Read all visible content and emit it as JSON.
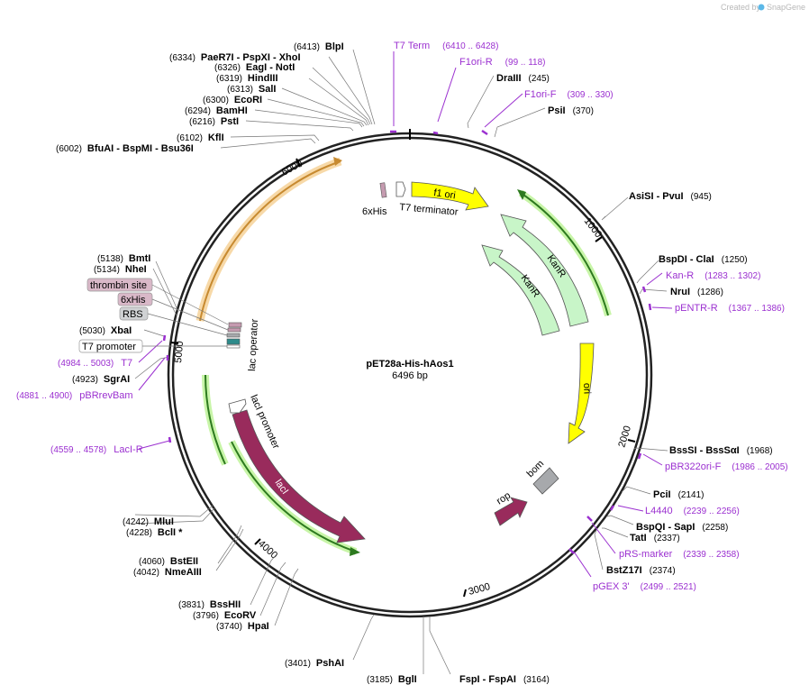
{
  "plasmid": {
    "name": "pET28a-His-hAos1",
    "length_label": "6496 bp",
    "total_bp": 6496
  },
  "credit": {
    "prefix": "Created by",
    "brand": "SnapGene"
  },
  "ticks": [
    "1000",
    "2000",
    "3000",
    "4000",
    "5000",
    "6000"
  ],
  "colors": {
    "yellow": "#ffff00",
    "green": "#c8f5c8",
    "maroon": "#992b5c",
    "orange": "#f3c98b",
    "grey": "#a7a9ac",
    "primer": "#9b30d0"
  },
  "sites_left": [
    {
      "name": "BlpI",
      "pos": "(6413)"
    },
    {
      "name": "PaeR7I - PspXI - XhoI",
      "pos": "(6334)"
    },
    {
      "name": "EagI - NotI",
      "pos": "(6326)"
    },
    {
      "name": "HindIII",
      "pos": "(6319)"
    },
    {
      "name": "SalI",
      "pos": "(6313)"
    },
    {
      "name": "EcoRI",
      "pos": "(6300)"
    },
    {
      "name": "BamHI",
      "pos": "(6294)"
    },
    {
      "name": "PstI",
      "pos": "(6216)"
    },
    {
      "name": "KflI",
      "pos": "(6102)"
    },
    {
      "name": "BfuAI - BspMI - Bsu36I",
      "pos": "(6002)"
    },
    {
      "name": "BmtI",
      "pos": "(5138)"
    },
    {
      "name": "NheI",
      "pos": "(5134)"
    },
    {
      "name": "XbaI",
      "pos": "(5030)"
    },
    {
      "name": "SgrAI",
      "pos": "(4923)"
    },
    {
      "name": "MluI",
      "pos": "(4242)"
    },
    {
      "name": "BclI *",
      "pos": "(4228)"
    },
    {
      "name": "BstEII",
      "pos": "(4060)"
    },
    {
      "name": "NmeAIII",
      "pos": "(4042)"
    },
    {
      "name": "BssHII",
      "pos": "(3831)"
    },
    {
      "name": "EcoRV",
      "pos": "(3796)"
    },
    {
      "name": "HpaI",
      "pos": "(3740)"
    },
    {
      "name": "PshAI",
      "pos": "(3401)"
    },
    {
      "name": "BglI",
      "pos": "(3185)"
    }
  ],
  "sites_right": [
    {
      "name": "DraIII",
      "pos": "(245)"
    },
    {
      "name": "PsiI",
      "pos": "(370)"
    },
    {
      "name": "AsiSI - PvuI",
      "pos": "(945)"
    },
    {
      "name": "BspDI - ClaI",
      "pos": "(1250)"
    },
    {
      "name": "NruI",
      "pos": "(1286)"
    },
    {
      "name": "BssSI - BssSαI",
      "pos": "(1968)"
    },
    {
      "name": "PciI",
      "pos": "(2141)"
    },
    {
      "name": "BspQI - SapI",
      "pos": "(2258)"
    },
    {
      "name": "TatI",
      "pos": "(2337)"
    },
    {
      "name": "BstZ17I",
      "pos": "(2374)"
    },
    {
      "name": "FspI - FspAI",
      "pos": "(3164)"
    }
  ],
  "primers": [
    {
      "name": "T7 Term",
      "range": "(6410 .. 6428)"
    },
    {
      "name": "F1ori-R",
      "range": "(99 .. 118)"
    },
    {
      "name": "F1ori-F",
      "range": "(309 .. 330)"
    },
    {
      "name": "Kan-R",
      "range": "(1283 .. 1302)"
    },
    {
      "name": "pENTR-R",
      "range": "(1367 .. 1386)"
    },
    {
      "name": "pBR322ori-F",
      "range": "(1986 .. 2005)"
    },
    {
      "name": "L4440",
      "range": "(2239 .. 2256)"
    },
    {
      "name": "pRS-marker",
      "range": "(2339 .. 2358)"
    },
    {
      "name": "pGEX 3'",
      "range": "(2499 .. 2521)"
    },
    {
      "name": "T7",
      "range": "(4984 .. 5003)"
    },
    {
      "name": "pBRrevBam",
      "range": "(4881 .. 4900)"
    },
    {
      "name": "LacI-R",
      "range": "(4559 .. 4578)"
    }
  ],
  "feature_tags": [
    "thrombin site",
    "6xHis",
    "RBS",
    "T7 promoter"
  ],
  "features": [
    "f1 ori",
    "KanR",
    "KanR",
    "ori",
    "bom",
    "rop",
    "lacI",
    "lacI promoter",
    "lac operator",
    "6xHis",
    "T7 terminator"
  ]
}
